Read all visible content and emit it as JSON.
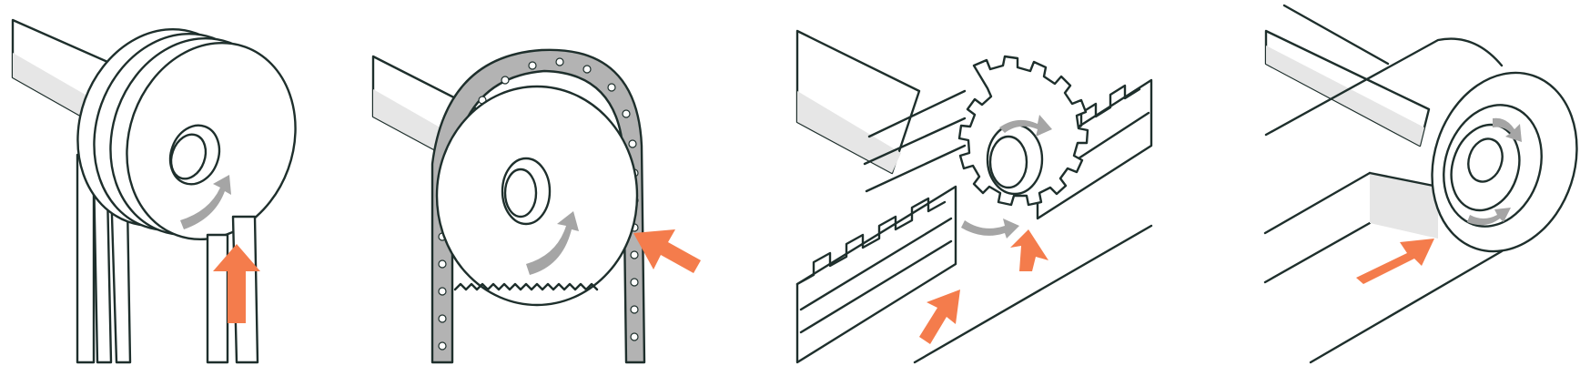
{
  "illustrations": [
    {
      "id": "v-belt-pulley",
      "arrow_direction": "up"
    },
    {
      "id": "chain-sprocket",
      "arrow_direction": "down-left"
    },
    {
      "id": "rack-and-pinion",
      "arrow_direction": "up-right"
    },
    {
      "id": "flat-belt-roller",
      "arrow_direction": "up-right"
    }
  ],
  "colors": {
    "outline": "#1e2f2c",
    "accent_arrow": "#f47c4c",
    "rotation_arrow": "#a5a5a5",
    "shaft_fill": "#e6e6e6",
    "chain_fill": "#b3b3b3",
    "background": "#ffffff"
  }
}
